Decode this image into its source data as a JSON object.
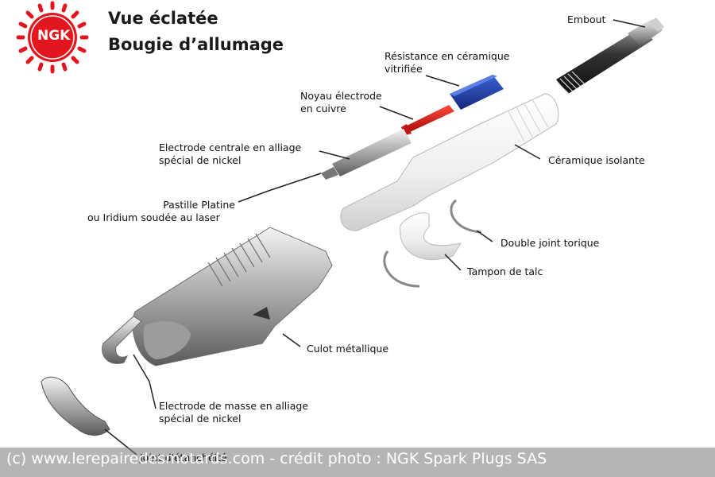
{
  "brand": {
    "logo_text": "NGK",
    "color": "#e3161f"
  },
  "title": {
    "line1": "Vue éclatée",
    "line2": "Bougie d’allumage"
  },
  "labels": {
    "embout": "Embout",
    "resistance_1": "Résistance en céramique",
    "resistance_2": "vitrifiée",
    "noyau_1": "Noyau électrode",
    "noyau_2": "en cuivre",
    "centrale_1": "Electrode centrale en alliage",
    "centrale_2": "spécial de nickel",
    "ceramique": "Céramique isolante",
    "pastille_1": "Pastille Platine",
    "pastille_2": "ou Iridium soudée au laser",
    "joint": "Double joint torique",
    "talc": "Tampon de talc",
    "culot": "Culot métallique",
    "masse_1": "Electrode de masse en alliage",
    "masse_2": "spécial de nickel",
    "joint_etancheite": "Joint d'étanchéité"
  },
  "footer": {
    "credit": "(c) www.lerepairedesmotards.com  - crédit photo : NGK Spark Plugs SAS"
  },
  "colors": {
    "resistance": "#1f3f9e",
    "copper": "#e0191b",
    "ceramic": "#f2f2f2",
    "metal": "#8e8e8e"
  }
}
